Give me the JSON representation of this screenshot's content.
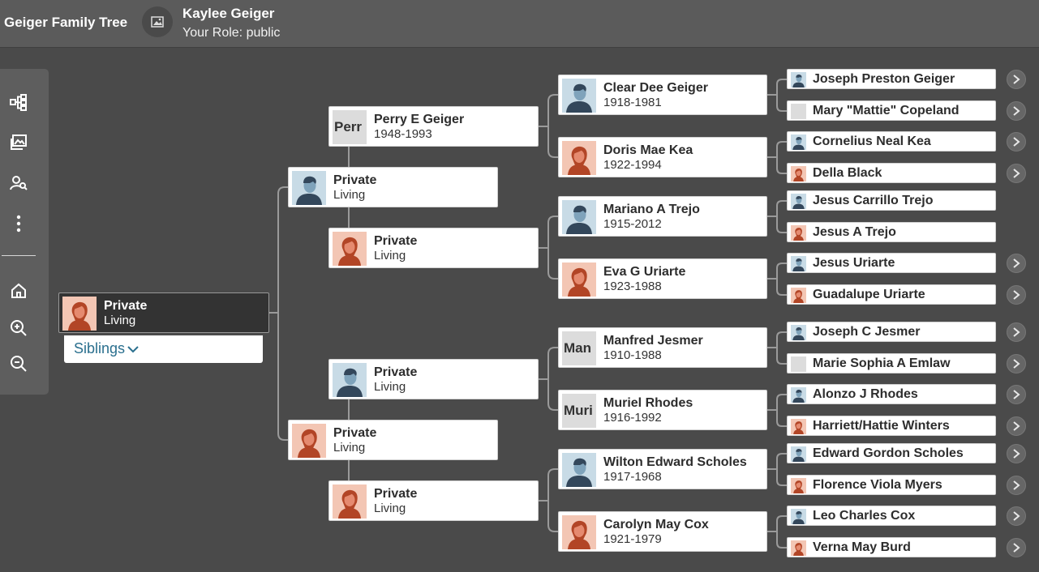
{
  "header": {
    "app_title": "Geiger Family Tree",
    "owner_name": "Kaylee Geiger",
    "role": "Your Role: public",
    "owner_avatar_icon": "image-placeholder-icon"
  },
  "toolbar": {
    "tools": [
      {
        "name": "tree-view",
        "icon": "tree-view-icon"
      },
      {
        "name": "media",
        "icon": "photos-icon"
      },
      {
        "name": "search-person",
        "icon": "person-search-icon"
      },
      {
        "name": "more",
        "icon": "more-vertical-icon"
      },
      {
        "name": "home",
        "icon": "home-icon"
      },
      {
        "name": "zoom-in",
        "icon": "zoom-in-icon"
      },
      {
        "name": "zoom-out",
        "icon": "zoom-out-icon"
      }
    ]
  },
  "root": {
    "name": "Private",
    "dates": "Living",
    "avatar": "female"
  },
  "siblings": {
    "label": "Siblings"
  },
  "colors": {
    "background": "#4a4a4a",
    "topbar": "#5b5b5b",
    "toolbar": "#5e5e5e",
    "root_card": "#333333",
    "link": "#2a6f8e",
    "male_avatar_bg": "#c8dbe6",
    "female_avatar_bg": "#f3c6b4"
  },
  "gen1": [
    {
      "name": "Private",
      "dates": "Living",
      "avatar": "male"
    },
    {
      "name": "Private",
      "dates": "Living",
      "avatar": "female"
    }
  ],
  "gen2": [
    {
      "name": "Perry E Geiger",
      "dates": "1948-1993",
      "avatar": "initials",
      "initials": "Perr"
    },
    {
      "name": "Private",
      "dates": "Living",
      "avatar": "female"
    },
    {
      "name": "Private",
      "dates": "Living",
      "avatar": "male"
    },
    {
      "name": "Private",
      "dates": "Living",
      "avatar": "female"
    }
  ],
  "gen3": [
    {
      "name": "Clear Dee Geiger",
      "dates": "1918-1981",
      "avatar": "male"
    },
    {
      "name": "Doris Mae Kea",
      "dates": "1922-1994",
      "avatar": "female"
    },
    {
      "name": "Mariano A Trejo",
      "dates": "1915-2012",
      "avatar": "male"
    },
    {
      "name": "Eva G Uriarte",
      "dates": "1923-1988",
      "avatar": "female"
    },
    {
      "name": "Manfred Jesmer",
      "dates": "1910-1988",
      "avatar": "initials",
      "initials": "Man"
    },
    {
      "name": "Muriel Rhodes",
      "dates": "1916-1992",
      "avatar": "initials",
      "initials": "Muri"
    },
    {
      "name": "Wilton Edward Scholes",
      "dates": "1917-1968",
      "avatar": "male"
    },
    {
      "name": "Carolyn May Cox",
      "dates": "1921-1979",
      "avatar": "female"
    }
  ],
  "gen4": [
    {
      "name": "Joseph Preston Geiger",
      "avatar": "male",
      "expand": true
    },
    {
      "name": "Mary \"Mattie\" Copeland",
      "avatar": "initials",
      "expand": true
    },
    {
      "name": "Cornelius Neal Kea",
      "avatar": "male",
      "expand": true
    },
    {
      "name": "Della Black",
      "avatar": "female",
      "expand": true
    },
    {
      "name": "Jesus Carrillo Trejo",
      "avatar": "male",
      "expand": false
    },
    {
      "name": "Jesus A Trejo",
      "avatar": "female",
      "expand": false
    },
    {
      "name": "Jesus Uriarte",
      "avatar": "male",
      "expand": true
    },
    {
      "name": "Guadalupe Uriarte",
      "avatar": "female",
      "expand": true
    },
    {
      "name": "Joseph C Jesmer",
      "avatar": "male",
      "expand": true
    },
    {
      "name": "Marie Sophia A Emlaw",
      "avatar": "initials",
      "expand": true
    },
    {
      "name": "Alonzo J Rhodes",
      "avatar": "male",
      "expand": true
    },
    {
      "name": "Harriett/Hattie Winters",
      "avatar": "female",
      "expand": true
    },
    {
      "name": "Edward Gordon Scholes",
      "avatar": "male",
      "expand": true
    },
    {
      "name": "Florence Viola Myers",
      "avatar": "female",
      "expand": true
    },
    {
      "name": "Leo Charles Cox",
      "avatar": "male",
      "expand": true
    },
    {
      "name": "Verna May Burd",
      "avatar": "female",
      "expand": true
    }
  ]
}
